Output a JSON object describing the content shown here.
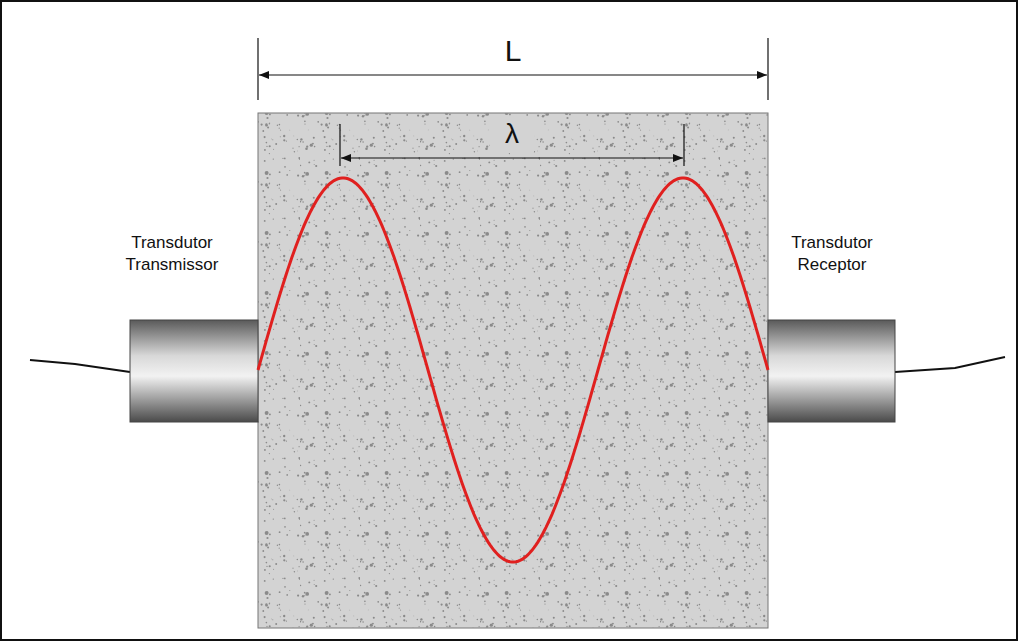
{
  "diagram": {
    "labels": [
      "L",
      "λ",
      "Transdutor Transmissor",
      "Transdutor Receptor"
    ]
  }
}
